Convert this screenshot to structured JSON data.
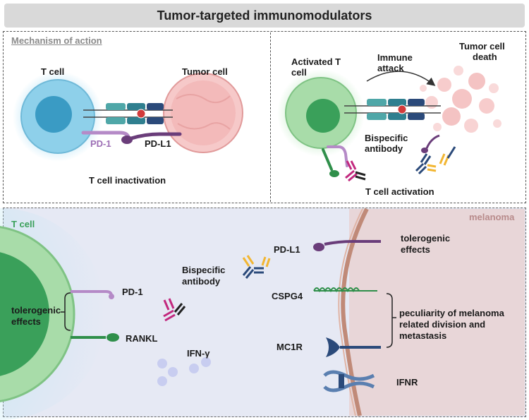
{
  "title": "Tumor-targeted immunomodulators",
  "top_left": {
    "heading": "Mechanism of action",
    "t_cell": "T cell",
    "tumor_cell": "Tumor cell",
    "pd1": "PD-1",
    "pdl1": "PD-L1",
    "caption": "T cell inactivation"
  },
  "top_right": {
    "activated_t_cell_line1": "Activated T",
    "activated_t_cell_line2": "cell",
    "immune_attack_line1": "Immune",
    "immune_attack_line2": "attack",
    "tumor_death_line1": "Tumor cell",
    "tumor_death_line2": "death",
    "bispecific_line1": "Bispecific",
    "bispecific_line2": "antibody",
    "caption": "T cell activation"
  },
  "bottom": {
    "t_cell": "T cell",
    "melanoma": "melanoma",
    "tolerogenic_left_line1": "tolerogenic",
    "tolerogenic_left_line2": "effects",
    "pd1": "PD-1",
    "rankl": "RANKL",
    "ifn_gamma": "IFN-γ",
    "bispecific_line1": "Bispecific",
    "bispecific_line2": "antibody",
    "pdl1": "PD-L1",
    "cspg4": "CSPG4",
    "mc1r": "MC1R",
    "ifnr": "IFNR",
    "tolerogenic_right_line1": "tolerogenic",
    "tolerogenic_right_line2": "effects",
    "peculiarity_line1": "peculiarity of melanoma",
    "peculiarity_line2": "related division and",
    "peculiarity_line3": "metastasis"
  },
  "colors": {
    "t_cell_blue": "#8ed0ea",
    "t_cell_green": "#9fd7a3",
    "tumor_pink": "#f3b6b6",
    "pd1_purple": "#b58ac7",
    "pdl1_purple": "#6a3d7a",
    "melanoma_bg": "#e8d6d8",
    "membrane": "#c08a78",
    "tcr_teal": "#2f7f8f",
    "antibody_blue": "#2b4a7a",
    "antibody_yellow": "#f2b632",
    "antibody_magenta": "#c2287e"
  }
}
